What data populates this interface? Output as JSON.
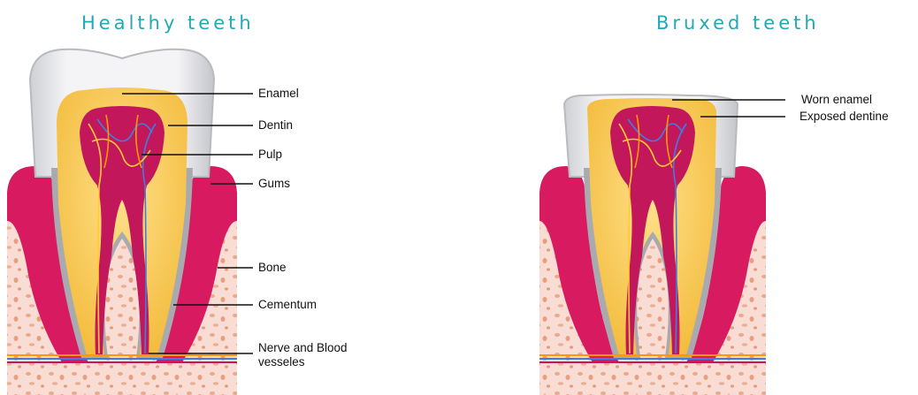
{
  "titles": {
    "healthy": "Healthy teeth",
    "bruxed": "Bruxed teeth"
  },
  "healthy_labels": {
    "enamel": "Enamel",
    "dentin": "Dentin",
    "pulp": "Pulp",
    "gums": "Gums",
    "bone": "Bone",
    "cementum": "Cementum",
    "nerve_line1": "Nerve and Blood",
    "nerve_line2": "vesseles"
  },
  "bruxed_labels": {
    "worn_enamel": "Worn enamel",
    "exposed_dentine": "Exposed dentine"
  },
  "colors": {
    "title": "#20a9b8",
    "enamel": "#e8e8ea",
    "dentin": "#f6c84c",
    "pulp": "#c2185b",
    "gum": "#d81b60",
    "bone": "#f8d6cc",
    "cementum": "#a8a8ae"
  }
}
